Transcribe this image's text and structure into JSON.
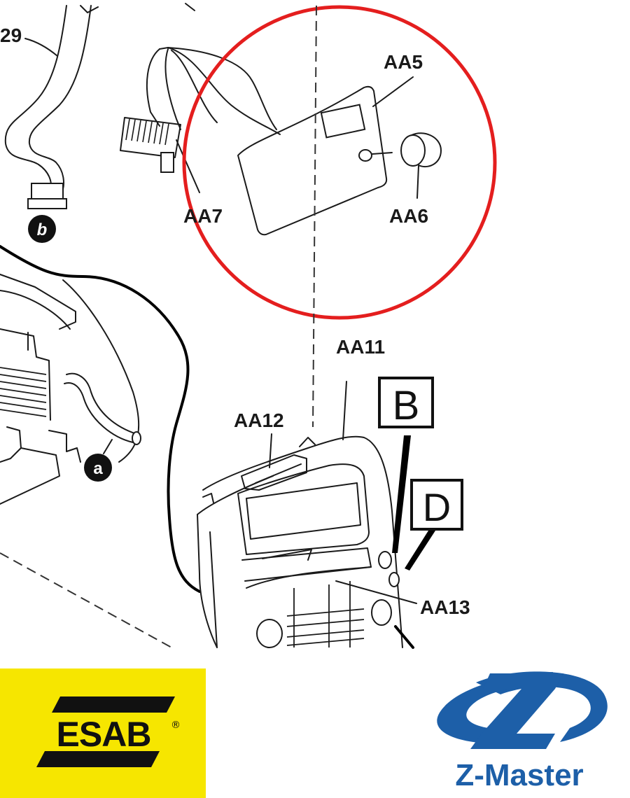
{
  "labels": {
    "part_29": "29",
    "aa5": "AA5",
    "aa6": "AA6",
    "aa7": "AA7",
    "aa11": "AA11",
    "aa12": "AA12",
    "aa13": "AA13",
    "marker_a": "a",
    "marker_b": "b",
    "box_b": "B",
    "box_d": "D"
  },
  "branding": {
    "esab_text": "ESAB",
    "esab_registered": "®",
    "zmaster_text": "Z-Master"
  },
  "colors": {
    "highlight_circle": "#e41e1e",
    "esab_yellow": "#f6e600",
    "zmaster_blue": "#1d5fa8"
  }
}
